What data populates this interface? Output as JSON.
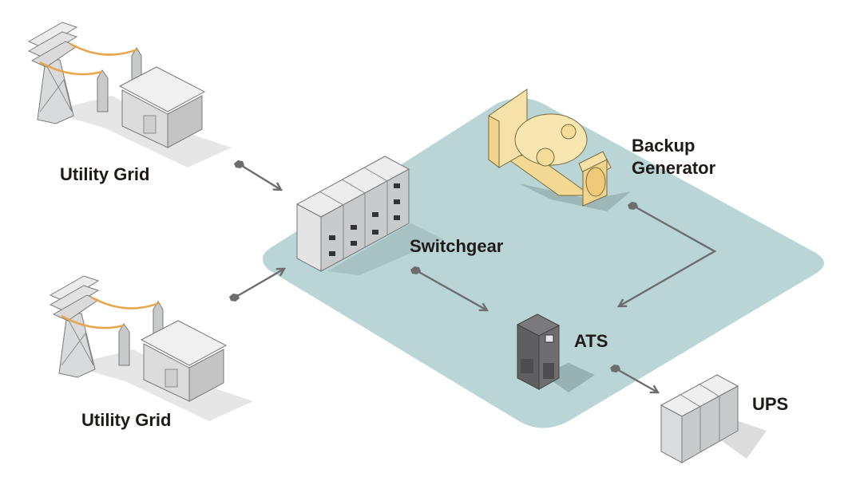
{
  "diagram": {
    "type": "power-distribution-flow",
    "colors": {
      "platform": "#b9d5d6",
      "connector": "#6d6d6f",
      "cable": "#e9a54a",
      "generator": "#f6e2a8",
      "ats": "#5f5f61",
      "equipment": "#d8d9da",
      "label": "#1f1a17"
    },
    "nodes": [
      {
        "id": "utility-grid-1",
        "label": "Utility Grid",
        "icon": "utility-grid-icon"
      },
      {
        "id": "utility-grid-2",
        "label": "Utility Grid",
        "icon": "utility-grid-icon"
      },
      {
        "id": "switchgear",
        "label": "Switchgear",
        "icon": "switchgear-icon"
      },
      {
        "id": "backup-generator",
        "label_line1": "Backup",
        "label_line2": "Generator",
        "icon": "generator-icon"
      },
      {
        "id": "ats",
        "label": "ATS",
        "icon": "ats-cabinet-icon"
      },
      {
        "id": "ups",
        "label": "UPS",
        "icon": "ups-cabinet-icon"
      }
    ],
    "edges": [
      {
        "from": "utility-grid-1",
        "to": "switchgear"
      },
      {
        "from": "utility-grid-2",
        "to": "switchgear"
      },
      {
        "from": "switchgear",
        "to": "ats"
      },
      {
        "from": "backup-generator",
        "to": "ats"
      },
      {
        "from": "ats",
        "to": "ups"
      }
    ]
  }
}
